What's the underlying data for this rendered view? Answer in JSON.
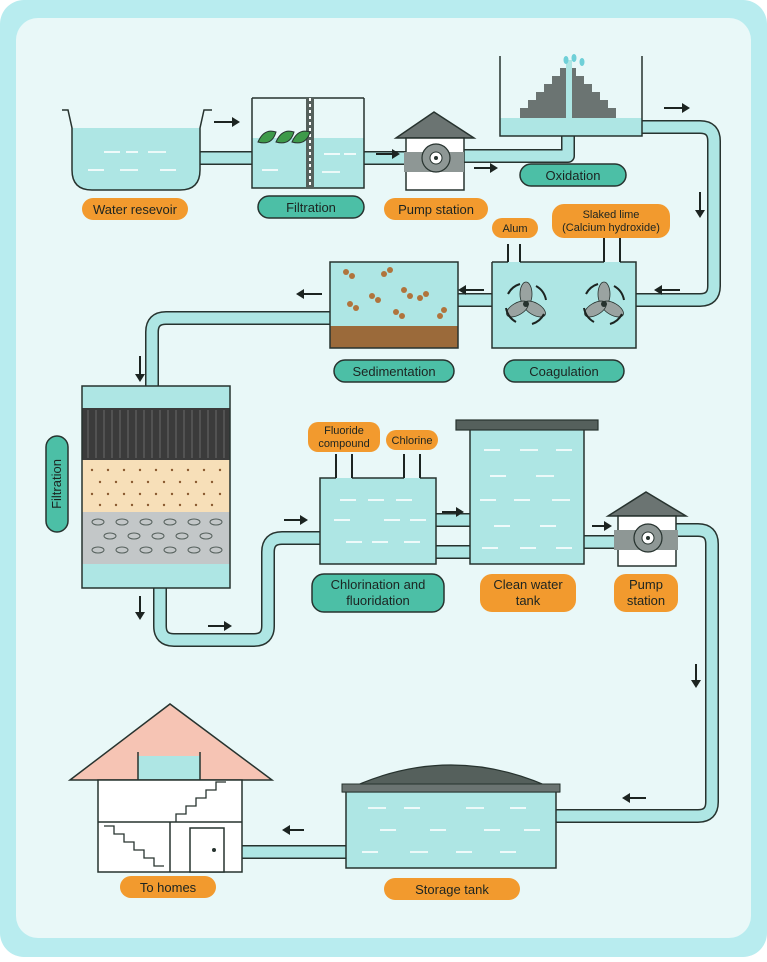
{
  "labels": {
    "water_reservoir": "Water resevoir",
    "filtration_top": "Filtration",
    "pump_station_top": "Pump station",
    "oxidation": "Oxidation",
    "alum": "Alum",
    "slaked_lime_1": "Slaked lime",
    "slaked_lime_2": "(Calcium hydroxide)",
    "sedimentation": "Sedimentation",
    "coagulation": "Coagulation",
    "filtration_side": "Filtration",
    "fluoride_1": "Fluoride",
    "fluoride_2": "compound",
    "chlorine": "Chlorine",
    "chlorination_1": "Chlorination and",
    "chlorination_2": "fluoridation",
    "clean_water_1": "Clean water",
    "clean_water_2": "tank",
    "pump_1": "Pump",
    "pump_2": "station",
    "to_homes": "To homes",
    "storage_tank": "Storage tank"
  },
  "colors": {
    "frame": "#b8ecef",
    "panel": "#e9f8f8",
    "water": "#aee6e4",
    "label_orange": "#f29a2e",
    "label_teal": "#4cbfa6",
    "outline": "#27332f",
    "sediment": "#9b6a3a",
    "roof_pink": "#f6c4b4"
  },
  "icons": [
    "arrow-icon",
    "leaf-icon",
    "pump-icon",
    "fan-icon",
    "door-icon",
    "stairs-icon"
  ]
}
